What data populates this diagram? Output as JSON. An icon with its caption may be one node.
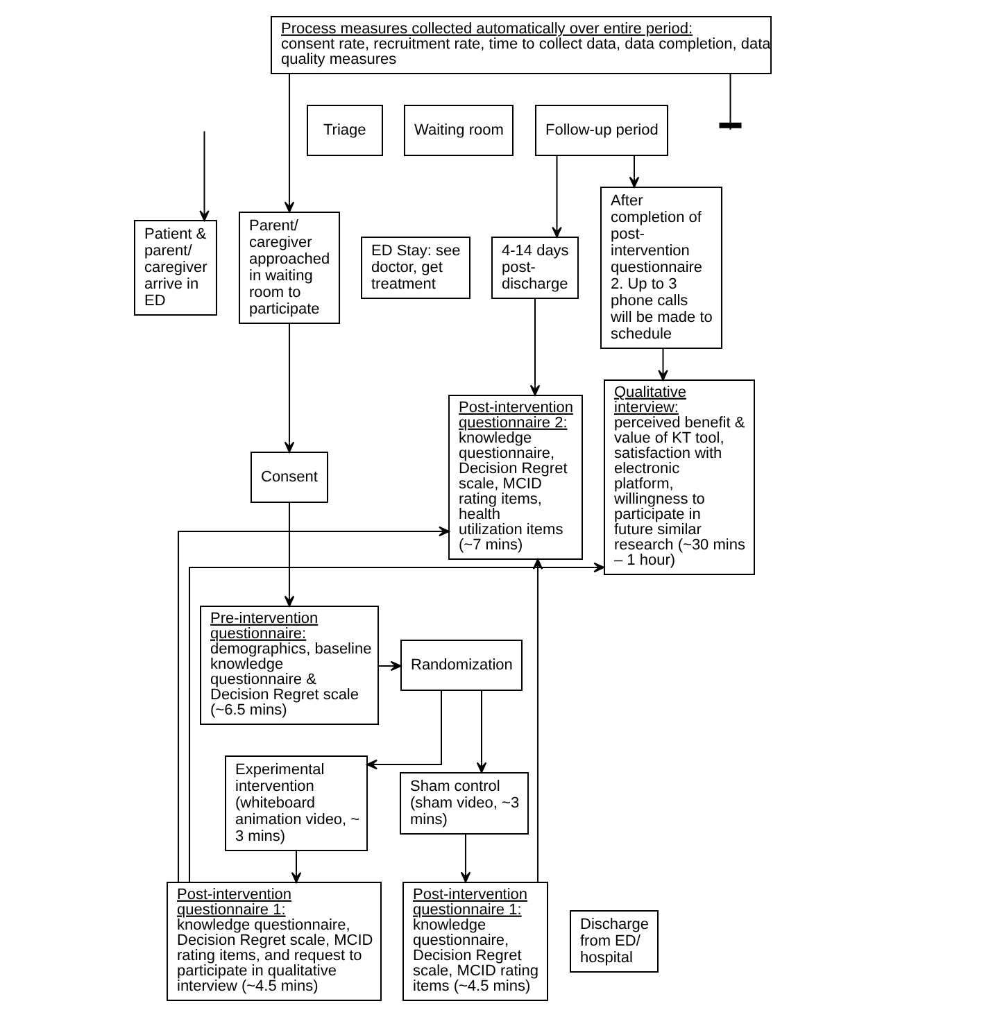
{
  "diagram": {
    "nodes": [
      {
        "text": [
          "Process measures collected automatically over entire period:",
          "consent rate, recruitment rate, time to collect data, data completion, data quality measures"
        ]
      },
      {
        "text": [
          "Triage"
        ]
      },
      {
        "text": [
          "Waiting room"
        ]
      },
      {
        "text": [
          "Follow-up period"
        ]
      },
      {
        "text": [
          "Patient & parent/ caregiver arrive in ED"
        ]
      },
      {
        "text": [
          "Parent/ caregiver approached in waiting room to participate"
        ]
      },
      {
        "text": [
          "ED Stay: see doctor, get treatment"
        ]
      },
      {
        "text": [
          "4-14 days post-discharge"
        ]
      },
      {
        "text": [
          "After completion of post-intervention questionnaire 2. Up to 3 phone calls will be made to schedule"
        ]
      },
      {
        "text": [
          "Consent"
        ]
      },
      {
        "text": [
          "Post-intervention questionnaire 2:",
          "knowledge questionnaire, Decision Regret scale, MCID rating items, health utilization items (~7 mins)"
        ]
      },
      {
        "text": [
          "Pre-intervention questionnaire:",
          "demographics, baseline knowledge questionnaire & Decision Regret scale (~6.5 mins)"
        ]
      },
      {
        "text": [
          "Randomization"
        ]
      },
      {
        "text": [
          "Qualitative interview:",
          "perceived benefit & value of KT tool, satisfaction with electronic platform, willingness to participate in future similar research (~30 mins – 1 hour)"
        ]
      },
      {
        "text": [
          "Experimental intervention (whiteboard animation video, ~ 3 mins)"
        ]
      },
      {
        "text": [
          "Sham control (sham video, ~3 mins)"
        ]
      },
      {
        "text": [
          "Post-intervention questionnaire 1:",
          "knowledge questionnaire, Decision Regret scale, MCID rating items, and request to participate in qualitative interview (~4.5 mins)"
        ]
      },
      {
        "text": [
          "Post-intervention questionnaire 1:",
          "knowledge questionnaire, Decision Regret scale, MCID rating items (~4.5 mins)"
        ]
      },
      {
        "text": [
          "Discharge from ED/ hospital"
        ]
      }
    ],
    "edges": [
      {
        "from": null,
        "to": 4,
        "arrow": "to"
      },
      {
        "from": 0,
        "to": 5,
        "arrow": "to"
      },
      {
        "from": 0,
        "to": null,
        "arrow": "other"
      },
      {
        "from": 3,
        "to": 7,
        "arrow": "to"
      },
      {
        "from": 3,
        "to": 8,
        "arrow": "to"
      },
      {
        "from": 5,
        "to": 9,
        "arrow": "to"
      },
      {
        "from": 9,
        "to": 11,
        "arrow": "to"
      },
      {
        "from": 11,
        "to": 12,
        "arrow": "to"
      },
      {
        "from": 12,
        "to": 14,
        "arrow": "to"
      },
      {
        "from": 12,
        "to": 15,
        "arrow": "to"
      },
      {
        "from": 7,
        "to": 10,
        "arrow": "to"
      },
      {
        "from": 8,
        "to": 13,
        "arrow": "to"
      },
      {
        "from": 14,
        "to": 16,
        "arrow": "to"
      },
      {
        "from": 15,
        "to": 17,
        "arrow": "to"
      },
      {
        "from": 17,
        "to": 10,
        "arrow": "to"
      },
      {
        "from": 16,
        "to": 10,
        "arrow": "to"
      },
      {
        "from": 16,
        "to": 13,
        "arrow": "to"
      }
    ]
  }
}
